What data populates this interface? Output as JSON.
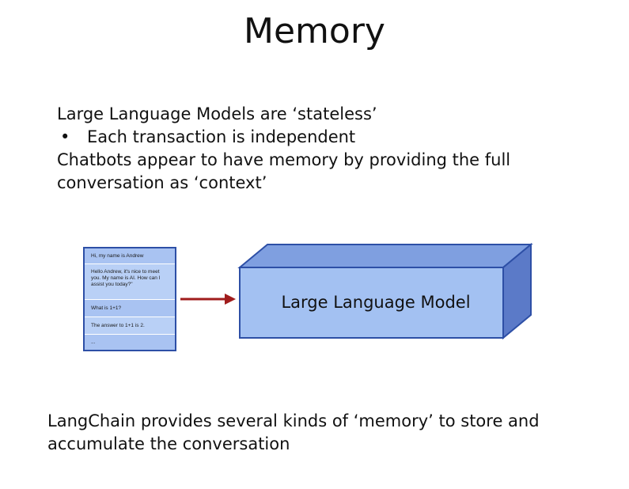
{
  "title": "Memory",
  "intro": {
    "line1": "Large Language Models are ‘stateless’",
    "bullet_symbol": "•",
    "bullet1": "Each transaction is independent",
    "line3": "Chatbots appear to have memory by providing the full",
    "line4": "conversation as ‘context’"
  },
  "diagram": {
    "chat_messages": [
      "Hi, my name is Andrew",
      "Hello Andrew, it's nice to meet you. My name is AI. How can I assist you today?\"",
      "What is 1+1?",
      "The answer to 1+1 is 2.",
      "..."
    ],
    "model_label": "Large Language Model",
    "colors": {
      "box_front": "#a3c1f2",
      "box_top": "#7f9fe0",
      "box_side": "#5b7ac8",
      "box_stroke": "#2d4fa6",
      "arrow": "#a01c1c"
    }
  },
  "footer": {
    "line1": "LangChain provides several kinds of ‘memory’ to store and",
    "line2": "accumulate the conversation"
  }
}
